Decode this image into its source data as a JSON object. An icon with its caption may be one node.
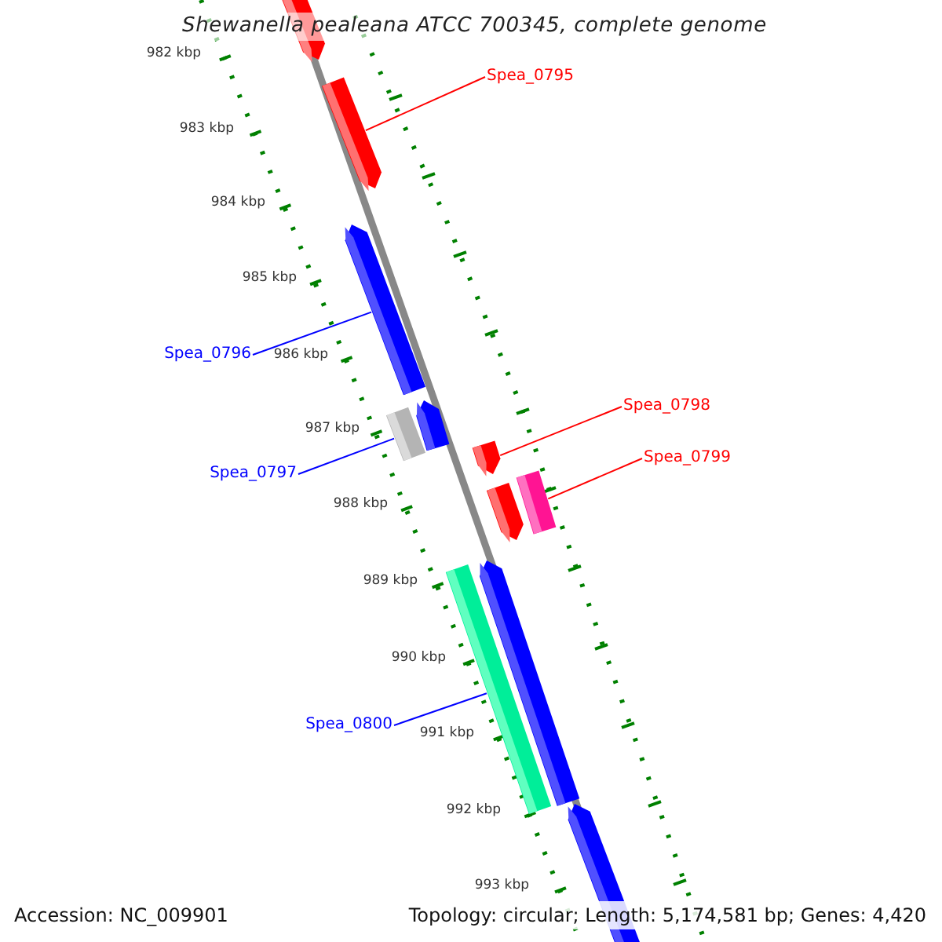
{
  "diagram": {
    "title": "Shewanella pealeana ATCC 700345, complete genome",
    "nodes": [
      {
        "text": [
          "Spea_0795"
        ]
      },
      {
        "text": [
          "Spea_0796"
        ]
      },
      {
        "text": [
          "Spea_0797"
        ]
      },
      {
        "text": [
          "Spea_0798"
        ]
      },
      {
        "text": [
          "Spea_0799"
        ]
      },
      {
        "text": [
          "Spea_0800"
        ]
      },
      {
        "text": [],
        "shape": "bar"
      },
      {
        "text": [],
        "shape": "bar"
      },
      {
        "text": [],
        "shape": "bar"
      },
      {
        "text": [],
        "shape": "bar"
      },
      {
        "text": [],
        "shape": "bar"
      },
      {
        "text": [],
        "shape": "bar"
      },
      {
        "text": [],
        "shape": "bar"
      },
      {
        "text": [],
        "shape": "bar"
      },
      {
        "text": [],
        "shape": "bar"
      },
      {
        "text": [],
        "shape": "bar"
      },
      {
        "text": [],
        "shape": "bar"
      }
    ],
    "edges": [
      {
        "from": 0,
        "to": 7,
        "arrow": "none",
        "color": "#ff0000"
      },
      {
        "from": 1,
        "to": 8,
        "arrow": "none",
        "color": "#0000ff"
      },
      {
        "from": 2,
        "to": 9,
        "arrow": "none",
        "color": "#0000ff"
      },
      {
        "from": 3,
        "to": 11,
        "arrow": "none",
        "color": "#ff0000"
      },
      {
        "from": 4,
        "to": 13,
        "arrow": "none",
        "color": "#ff0000"
      },
      {
        "from": 5,
        "to": 14,
        "arrow": "none",
        "color": "#0000ff"
      }
    ],
    "labels": [
      "982 kbp",
      "983 kbp",
      "984 kbp",
      "985 kbp",
      "986 kbp",
      "987 kbp",
      "988 kbp",
      "989 kbp",
      "990 kbp",
      "991 kbp",
      "992 kbp",
      "993 kbp",
      "Accession: NC_009901",
      "Topology: circular; Length: 5,174,581 bp; Genes: 4,420"
    ]
  }
}
